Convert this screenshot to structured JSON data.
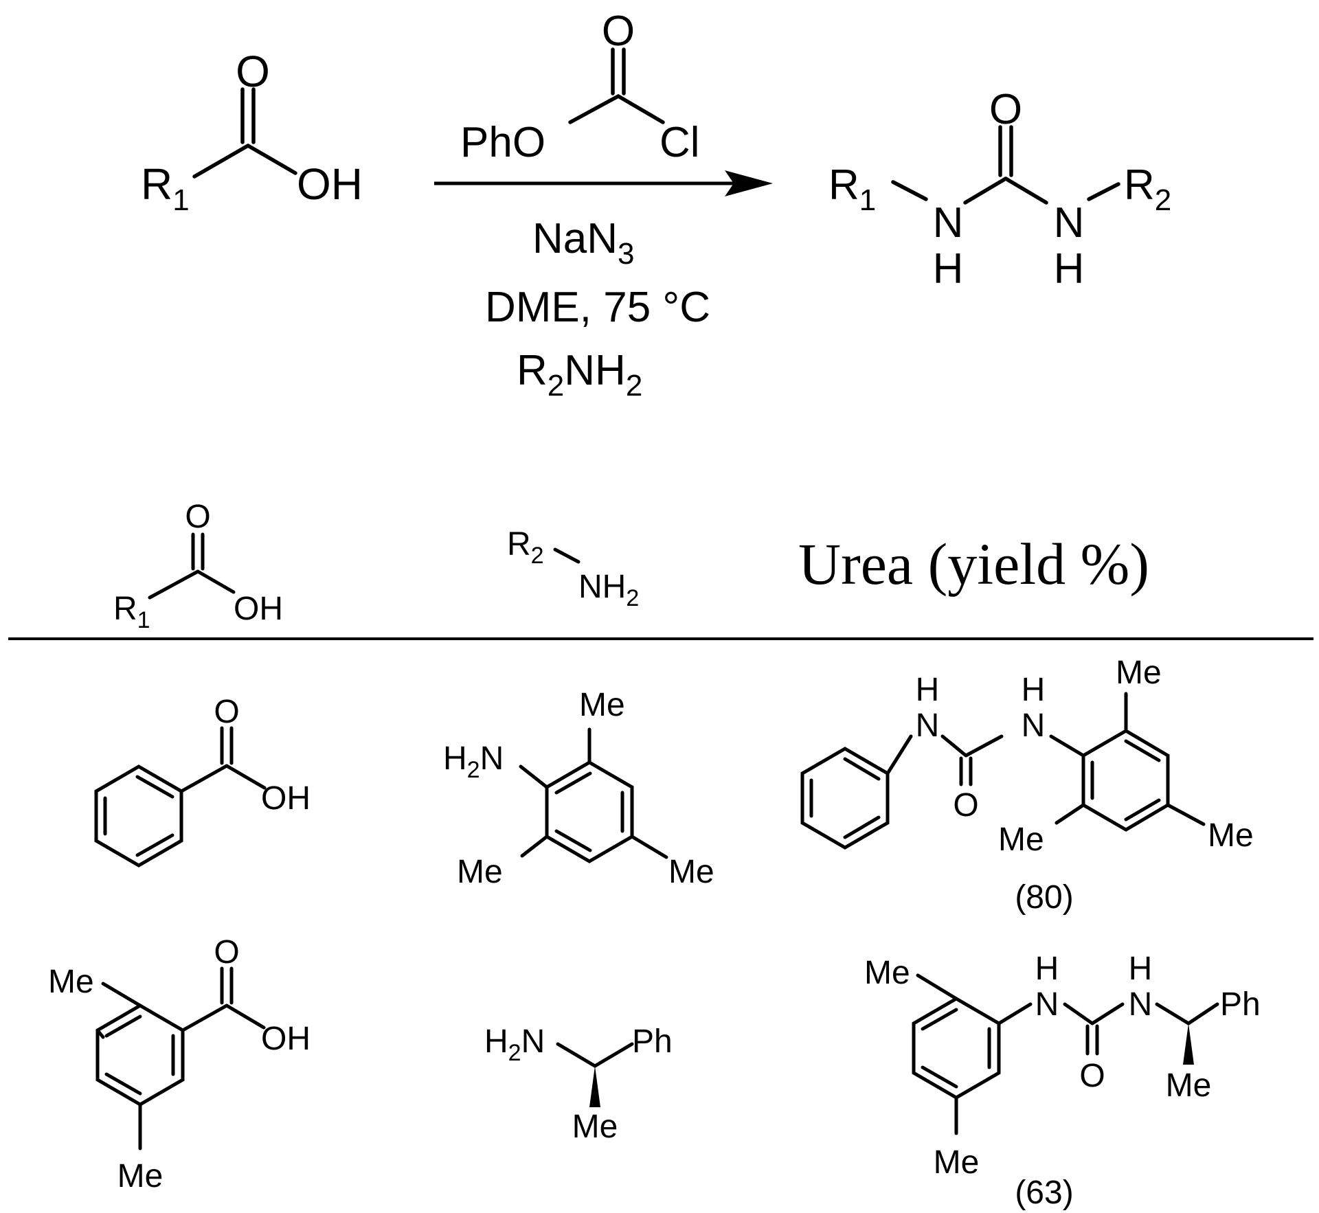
{
  "reaction": {
    "reactant": {
      "r_group": "R",
      "r_sub": "1",
      "carbonyl_o": "O",
      "hydroxyl": "OH"
    },
    "reagent_top": {
      "pho": "PhO",
      "cl": "Cl",
      "carbonyl_o": "O"
    },
    "conditions": {
      "line1": {
        "main": "NaN",
        "sub": "3"
      },
      "line2": "DME, 75 °C",
      "line3": {
        "r": "R",
        "r_sub": "2",
        "nh": "NH",
        "h_sub": "2"
      }
    },
    "product": {
      "r1": "R",
      "r1_sub": "1",
      "r2": "R",
      "r2_sub": "2",
      "n": "N",
      "h": "H",
      "carbonyl_o": "O"
    }
  },
  "table": {
    "header": {
      "acid": {
        "r": "R",
        "r_sub": "1",
        "o": "O",
        "oh": "OH"
      },
      "amine": {
        "r": "R",
        "r_sub": "2",
        "nh": "NH",
        "h_sub": "2"
      },
      "urea": "Urea (yield %)"
    },
    "rows": [
      {
        "acid": {
          "o": "O",
          "oh": "OH"
        },
        "amine": {
          "h2n": "H",
          "h_sub": "2",
          "n": "N",
          "me_top": "Me",
          "me_left": "Me",
          "me_right": "Me"
        },
        "urea": {
          "h": "H",
          "n": "N",
          "o": "O",
          "me_top": "Me",
          "me_bl": "Me",
          "me_br": "Me"
        },
        "yield": "(80)"
      },
      {
        "acid": {
          "o": "O",
          "oh": "OH",
          "me_top": "Me",
          "me_bottom": "Me"
        },
        "amine": {
          "h2n": "H",
          "h_sub": "2",
          "n": "N",
          "ph": "Ph",
          "me": "Me"
        },
        "urea": {
          "h": "H",
          "n": "N",
          "o": "O",
          "me_left": "Me",
          "me_bottom": "Me",
          "ph": "Ph",
          "me": "Me"
        },
        "yield": "(63)"
      }
    ]
  }
}
